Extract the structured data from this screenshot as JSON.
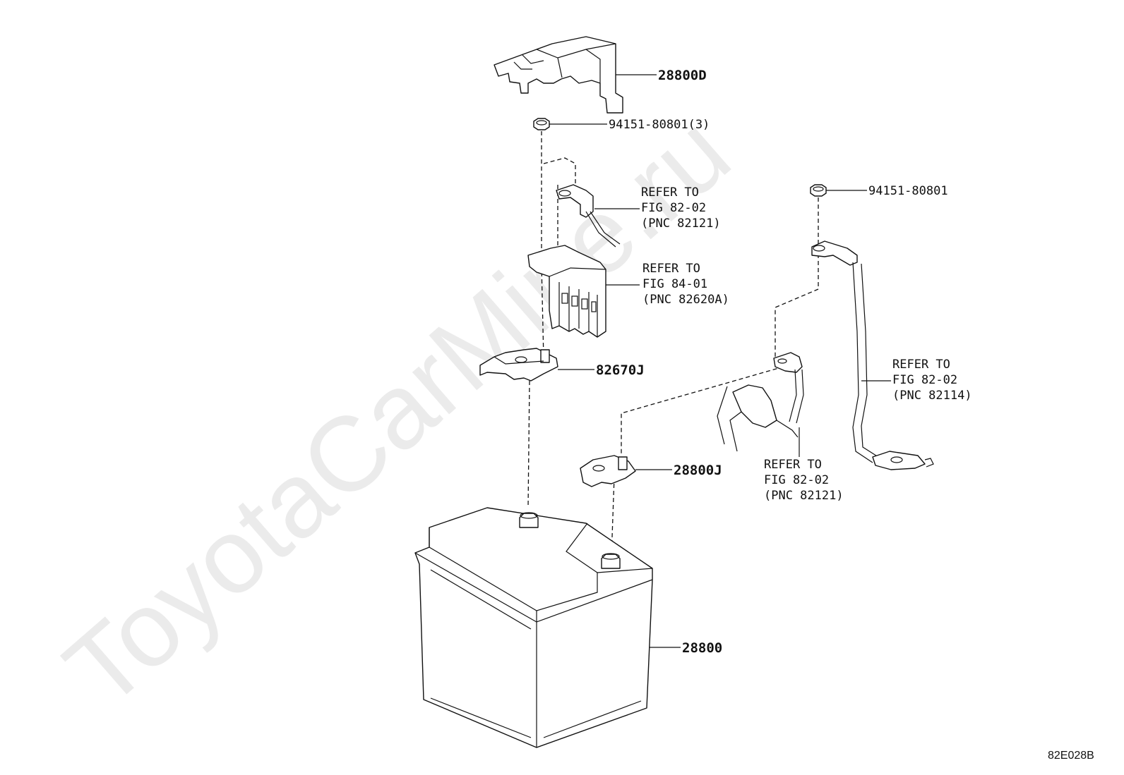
{
  "watermark": "ToyotaCarMine.ru",
  "figure_code": "82E028B",
  "labels": {
    "cover": "28800D",
    "nut_top": "94151-80801(3)",
    "refer_a": [
      "REFER TO",
      "FIG 82-02",
      "(PNC 82121)"
    ],
    "refer_b": [
      "REFER TO",
      "FIG 84-01",
      "(PNC 82620A)"
    ],
    "clamp": "82670J",
    "nut_right": "94151-80801",
    "refer_c": [
      "REFER TO",
      "FIG 82-02",
      "(PNC 82114)"
    ],
    "terminal": "28800J",
    "refer_d": [
      "REFER TO",
      "FIG 82-02",
      "(PNC 82121)"
    ],
    "battery": "28800"
  }
}
